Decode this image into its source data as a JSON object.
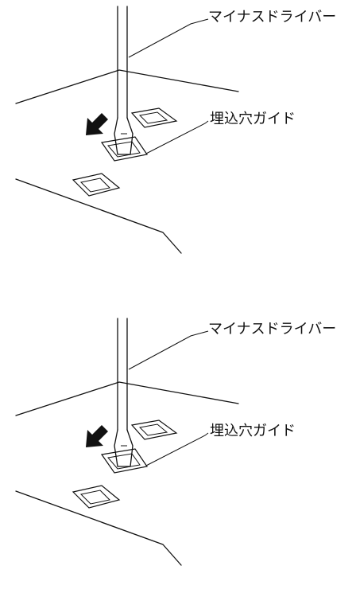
{
  "illustrations": [
    {
      "driver_label": "マイナスドライバー",
      "guide_label": "埋込穴ガイド"
    },
    {
      "driver_label": "マイナスドライバー",
      "guide_label": "埋込穴ガイド"
    }
  ],
  "icons": {
    "arrow": "insert-arrow-icon",
    "tool": "flathead-screwdriver"
  },
  "colors": {
    "line": "#111111",
    "background": "#ffffff"
  }
}
